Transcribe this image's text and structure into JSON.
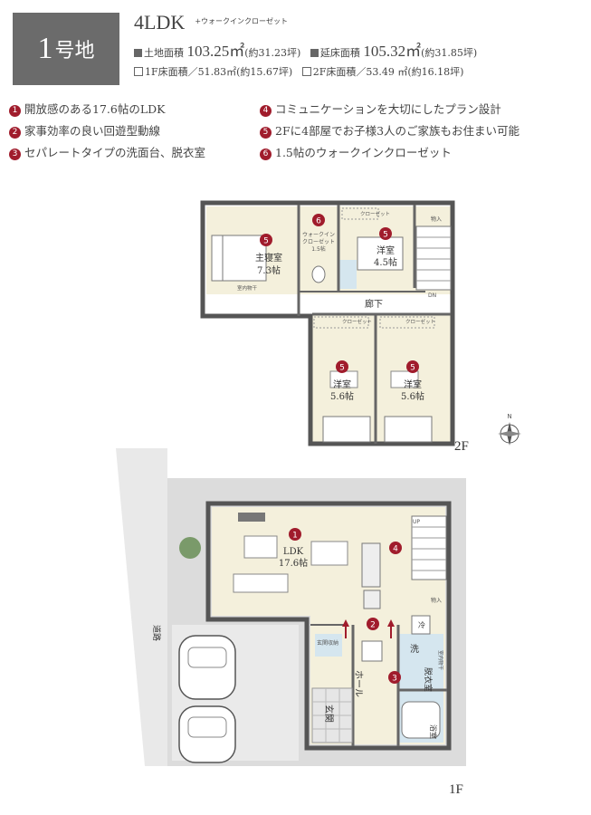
{
  "header": {
    "lot_number": "1",
    "lot_suffix": "号地",
    "plan_type": "4LDK",
    "walkin_note": "+ウォークインクローゼット",
    "land_label": "土地面積",
    "land_value": "103.25㎡",
    "land_tsubo": "(約31.23坪)",
    "floor_total_label": "延床面積",
    "floor_total_value": "105.32㎡",
    "floor_total_tsubo": "(約31.85坪)",
    "floor1_text": "1F床面積／51.83㎡(約15.67坪)",
    "floor2_text": "2F床面積／53.49 ㎡(約16.18坪)"
  },
  "features": [
    {
      "num": "1",
      "text": "開放感のある17.6帖のLDK"
    },
    {
      "num": "2",
      "text": "家事効率の良い回遊型動線"
    },
    {
      "num": "3",
      "text": "セパレートタイプの洗面台、脱衣室"
    },
    {
      "num": "4",
      "text": "コミュニケーションを大切にしたプラン設計"
    },
    {
      "num": "5",
      "text": "2Fに4部屋でお子様3人のご家族もお住まい可能"
    },
    {
      "num": "6",
      "text": "1.5帖のウォークインクローゼット"
    }
  ],
  "floor2": {
    "floor_label": "2F",
    "master_name": "主寝室",
    "master_size": "7.3帖",
    "walkin_l1": "ウォークイン",
    "walkin_l2": "クローゼット",
    "walkin_l3": "1.5帖",
    "room_name": "洋室",
    "room_ne_size": "4.5帖",
    "room_sw_size": "5.6帖",
    "room_se_size": "5.6帖",
    "hallway": "廊下",
    "closet": "クローゼット",
    "storage": "物入",
    "dn": "DN",
    "compass_n": "N",
    "indoor_drying": "室内物干"
  },
  "floor1": {
    "floor_label": "1F",
    "ldk_name": "LDK",
    "ldk_size": "17.6帖",
    "hall": "ホール",
    "entrance": "玄関",
    "wash_l1": "洗",
    "wash_l2": "脱衣室",
    "bath": "浴室",
    "fridge": "冷",
    "up": "UP",
    "storage": "物入",
    "entrance_storage": "玄関収納",
    "road": "道路",
    "indoor_drying": "室内物干"
  },
  "markers": {
    "n1": "1",
    "n2": "2",
    "n3": "3",
    "n4": "4",
    "n5": "5",
    "n6": "6"
  }
}
